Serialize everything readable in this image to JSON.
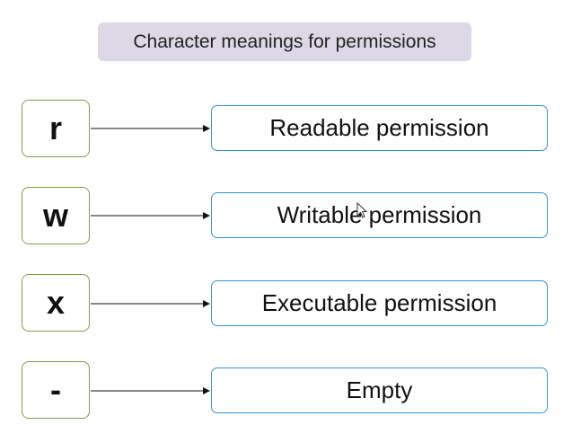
{
  "title": "Character meanings for permissions",
  "rows": [
    {
      "char": "r",
      "meaning": "Readable permission"
    },
    {
      "char": "w",
      "meaning": "Writable permission"
    },
    {
      "char": "x",
      "meaning": "Executable permission"
    },
    {
      "char": "-",
      "meaning": "Empty"
    }
  ],
  "colors": {
    "title_bg": "#dcd8e6",
    "char_border": "#7f9f4a",
    "meaning_border": "#3a93d6"
  }
}
